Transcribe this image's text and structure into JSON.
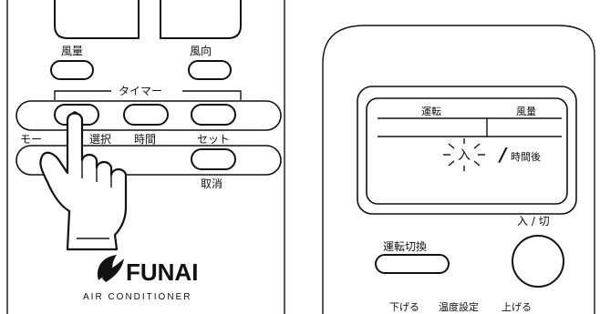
{
  "left_remote": {
    "labels": {
      "airflow": "風量",
      "direction": "風向",
      "timer_group": "タイマー",
      "mode_select_a": "モー",
      "mode_select_b": "選択",
      "time": "時間",
      "set": "セット",
      "cancel": "取消"
    },
    "brand": {
      "name": "FUNAI",
      "subtitle": "AIR CONDITIONER"
    }
  },
  "right_remote": {
    "display": {
      "label_operation": "運転",
      "label_airflow": "風量",
      "on_text": "入",
      "digit": "/",
      "hours_after": "時間後"
    },
    "buttons": {
      "mode_switch": "運転切換",
      "power": "入 / 切"
    },
    "bottom_labels": {
      "down": "下げる",
      "temp_setting": "温度設定",
      "up": "上げる"
    }
  },
  "colors": {
    "ink": "#111111",
    "background": "#ffffff"
  }
}
